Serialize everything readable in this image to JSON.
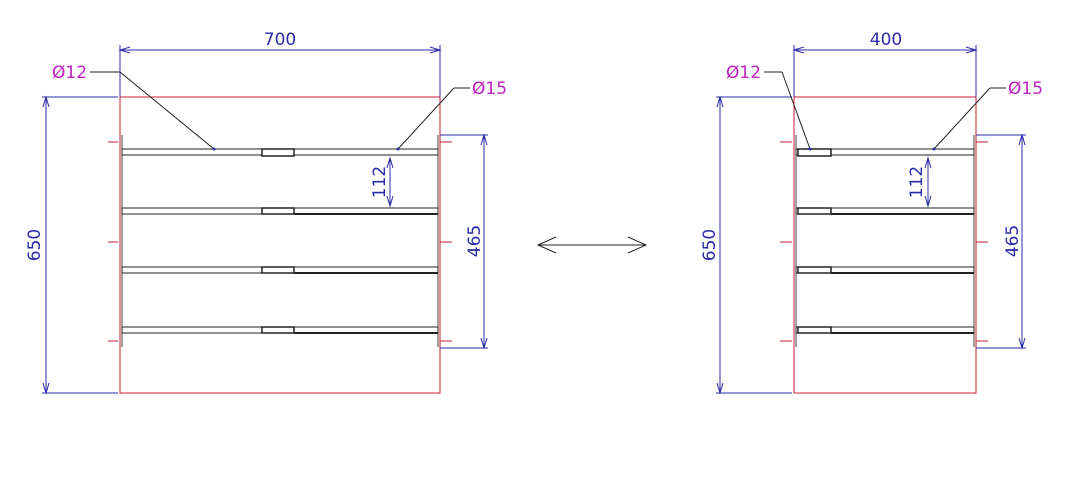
{
  "colors": {
    "background": "#ffffff",
    "frame": "#c8203a",
    "dimension": "#2b2ba8",
    "callout": "#c020c0",
    "bar": "#222222"
  },
  "views": [
    {
      "id": "wide",
      "width_label": "700",
      "height_label": "650",
      "span_label": "465",
      "spacing_label": "112",
      "callout_left": "Ø12",
      "callout_right": "Ø15"
    },
    {
      "id": "narrow",
      "width_label": "400",
      "height_label": "650",
      "span_label": "465",
      "spacing_label": "112",
      "callout_left": "Ø12",
      "callout_right": "Ø15"
    }
  ],
  "center_arrow_icon": "double-arrow-icon"
}
